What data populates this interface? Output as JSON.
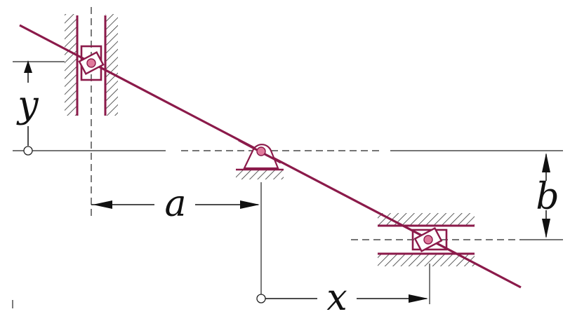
{
  "labels": {
    "y": "y",
    "a": "a",
    "b": "b",
    "x": "x"
  },
  "colors": {
    "mechanism": "#8b1a4a",
    "pin_fill": "#e07a9c",
    "line": "#111111",
    "background": "#ffffff"
  }
}
